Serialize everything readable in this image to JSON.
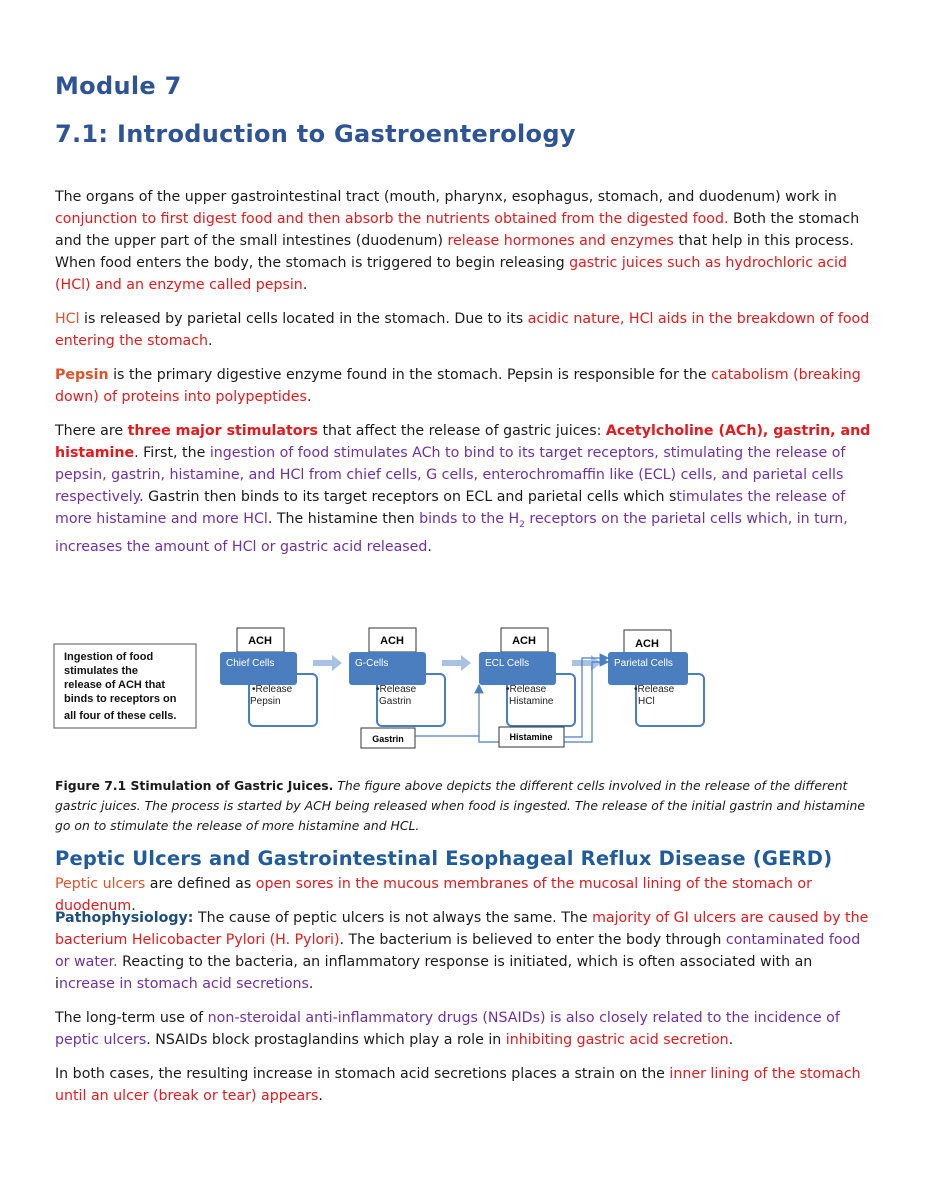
{
  "module_title": "Module 7",
  "section_title": "7.1: Introduction to Gastroenterology",
  "intro": {
    "t1": "The organs of the upper gastrointestinal tract (mouth, pharynx, esophagus, stomach, and duodenum) work in",
    "t2": "conjunction to first digest food and then absorb the nutrients obtained from the digested food.",
    "t3": " Both the stomach and the upper part of the small intestines (duodenum) ",
    "t4": "release hormones and enzymes",
    "t5": " that help in this process. When food enters the body, the stomach is triggered to begin releasing ",
    "t6": "gastric juices such as hydrochloric acid (HCl) and an enzyme called pepsin",
    "t7": "."
  },
  "hcl": {
    "t1": "HCl",
    "t2": " is released by parietal cells located in the stomach. Due to its ",
    "t3": "acidic nature, HCl aids in the breakdown of food entering the stomach",
    "t4": "."
  },
  "pepsin": {
    "t1": "Pepsin",
    "t2": " is the primary digestive enzyme found in the stomach. Pepsin is responsible for the ",
    "t3": "catabolism (breaking down) of proteins into polypeptides",
    "t4": "."
  },
  "stim": {
    "t1": "There are ",
    "t2": "three major stimulators",
    "t3": " that affect the release of gastric juices: ",
    "t4": "Acetylcholine (ACh), gastrin, and histamine",
    "t5": ". First, the ",
    "t6": "ingestion of food stimulates ACh to bind to its target receptors, stimulating the release of pepsin, gastrin, histamine, and HCl from chief cells, G cells, enterochromaffin like (ECL) cells, and parietal cells respectively",
    "t7": ". Gastrin then binds to its target receptors on ECL and parietal cells which s",
    "t8": "timulates the release of more histamine and more HCl",
    "t9": ". The histamine then ",
    "t10": "binds to the H",
    "t11": "2",
    "t12": " receptors on the parietal cells which, in turn, increases the amount of HCl or gastric acid released",
    "t13": "."
  },
  "figure": {
    "note": [
      "Ingestion of food",
      "stimulates the",
      "release of ACH that",
      "binds to receptors on",
      "all four of these cells."
    ],
    "ach": "ACH",
    "cells": [
      {
        "title": "Chief Cells",
        "line1": "•Release",
        "line2": "Pepsin"
      },
      {
        "title": "G-Cells",
        "line1": "•Release",
        "line2": "Gastrin"
      },
      {
        "title": "ECL Cells",
        "line1": "•Release",
        "line2": "Histamine"
      },
      {
        "title": "Parietal Cells",
        "line1": "•Release",
        "line2": "HCl"
      }
    ],
    "gastrin": "Gastrin",
    "histamine": "Histamine"
  },
  "caption": {
    "bold": "Figure 7.1 Stimulation of Gastric Juices.",
    "text": "  The figure above depicts the different cells involved in the release of the different gastric juices. The process is started by  ACH being released when food is ingested.  The release of the initial gastrin and histamine go on to stimulate the release of more histamine and HCL."
  },
  "pud_title": "Peptic Ulcers and Gastrointestinal Esophageal Reflux Disease (GERD)",
  "pud_def": {
    "t1": "Peptic ulcers",
    "t2": " are defined as ",
    "t3": "open sores in the mucous membranes of the mucosal lining of the stomach or duodenum",
    "t4": "."
  },
  "patho": {
    "t1": "Pathophysiology:",
    "t2": " The cause of peptic ulcers is not always the same. The ",
    "t3": "majority of GI ulcers are caused by the bacterium Helicobacter Pylori (H. Pylori)",
    "t4": ". The bacterium is believed to enter the body through ",
    "t5": "contaminated food or water.",
    "t6": " Reacting to the bacteria, an inflammatory response is initiated, which is often associated with an i",
    "t7": "ncrease in stomach acid secretions",
    "t8": "."
  },
  "nsaid": {
    "t1": "The long-term use of ",
    "t2": "non-steroidal anti-inflammatory drugs (NSAIDs) is also closely related to the incidence of peptic ulcers",
    "t3": ". NSAIDs block prostaglandins which play a role in ",
    "t4": "inhibiting gastric acid secretion",
    "t5": "."
  },
  "both": {
    "t1": "In both cases, the resulting increase in stomach acid secretions places a strain on the ",
    "t2": "inner lining of the stomach until an ulcer (break or tear) appears",
    "t3": "."
  },
  "colors": {
    "heading": "#2f5496",
    "red": "#e8181d",
    "purple": "#7030a0",
    "orange": "#e0522a",
    "cell_blue": "#4a7ebf"
  }
}
